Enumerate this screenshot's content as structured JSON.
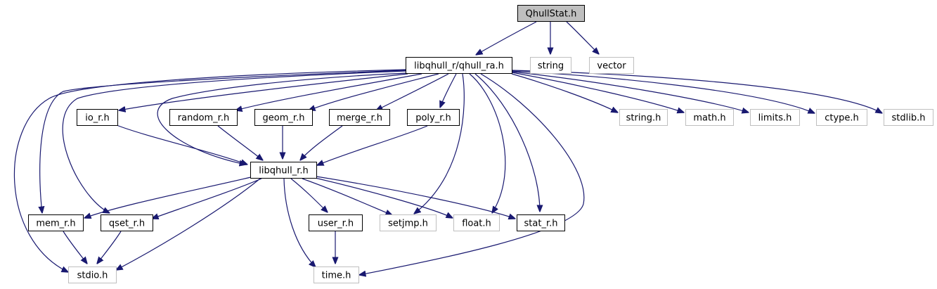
{
  "diagram": {
    "type": "include-dependency-graph",
    "colors": {
      "edge": "#191970",
      "root_fill": "#bfbfbf",
      "node_border": "#000000",
      "external_border": "#bfbfbf",
      "node_fill": "#ffffff"
    },
    "nodes": [
      {
        "id": "qhullstat",
        "label": "QhullStat.h",
        "kind": "root"
      },
      {
        "id": "qhull_ra",
        "label": "libqhull_r/qhull_ra.h",
        "kind": "local"
      },
      {
        "id": "string",
        "label": "string",
        "kind": "external"
      },
      {
        "id": "vector",
        "label": "vector",
        "kind": "external"
      },
      {
        "id": "io_r",
        "label": "io_r.h",
        "kind": "local"
      },
      {
        "id": "random_r",
        "label": "random_r.h",
        "kind": "local"
      },
      {
        "id": "geom_r",
        "label": "geom_r.h",
        "kind": "local"
      },
      {
        "id": "merge_r",
        "label": "merge_r.h",
        "kind": "local"
      },
      {
        "id": "poly_r",
        "label": "poly_r.h",
        "kind": "local"
      },
      {
        "id": "string_h",
        "label": "string.h",
        "kind": "external"
      },
      {
        "id": "math_h",
        "label": "math.h",
        "kind": "external"
      },
      {
        "id": "limits_h",
        "label": "limits.h",
        "kind": "external"
      },
      {
        "id": "ctype_h",
        "label": "ctype.h",
        "kind": "external"
      },
      {
        "id": "stdlib_h",
        "label": "stdlib.h",
        "kind": "external"
      },
      {
        "id": "libqhull_r",
        "label": "libqhull_r.h",
        "kind": "local"
      },
      {
        "id": "mem_r",
        "label": "mem_r.h",
        "kind": "local"
      },
      {
        "id": "qset_r",
        "label": "qset_r.h",
        "kind": "local"
      },
      {
        "id": "user_r",
        "label": "user_r.h",
        "kind": "local"
      },
      {
        "id": "setjmp_h",
        "label": "setjmp.h",
        "kind": "external"
      },
      {
        "id": "float_h",
        "label": "float.h",
        "kind": "external"
      },
      {
        "id": "stat_r",
        "label": "stat_r.h",
        "kind": "local"
      },
      {
        "id": "stdio_h",
        "label": "stdio.h",
        "kind": "external"
      },
      {
        "id": "time_h",
        "label": "time.h",
        "kind": "external"
      }
    ],
    "edges": [
      [
        "qhullstat",
        "qhull_ra"
      ],
      [
        "qhullstat",
        "string"
      ],
      [
        "qhullstat",
        "vector"
      ],
      [
        "qhull_ra",
        "io_r"
      ],
      [
        "qhull_ra",
        "random_r"
      ],
      [
        "qhull_ra",
        "geom_r"
      ],
      [
        "qhull_ra",
        "merge_r"
      ],
      [
        "qhull_ra",
        "poly_r"
      ],
      [
        "qhull_ra",
        "string_h"
      ],
      [
        "qhull_ra",
        "math_h"
      ],
      [
        "qhull_ra",
        "limits_h"
      ],
      [
        "qhull_ra",
        "ctype_h"
      ],
      [
        "qhull_ra",
        "stdlib_h"
      ],
      [
        "qhull_ra",
        "libqhull_r"
      ],
      [
        "qhull_ra",
        "mem_r"
      ],
      [
        "qhull_ra",
        "qset_r"
      ],
      [
        "qhull_ra",
        "stdio_h"
      ],
      [
        "qhull_ra",
        "setjmp_h"
      ],
      [
        "qhull_ra",
        "float_h"
      ],
      [
        "qhull_ra",
        "stat_r"
      ],
      [
        "qhull_ra",
        "time_h"
      ],
      [
        "io_r",
        "libqhull_r"
      ],
      [
        "random_r",
        "libqhull_r"
      ],
      [
        "geom_r",
        "libqhull_r"
      ],
      [
        "merge_r",
        "libqhull_r"
      ],
      [
        "poly_r",
        "libqhull_r"
      ],
      [
        "libqhull_r",
        "mem_r"
      ],
      [
        "libqhull_r",
        "qset_r"
      ],
      [
        "libqhull_r",
        "stdio_h"
      ],
      [
        "libqhull_r",
        "time_h"
      ],
      [
        "libqhull_r",
        "user_r"
      ],
      [
        "libqhull_r",
        "setjmp_h"
      ],
      [
        "libqhull_r",
        "float_h"
      ],
      [
        "libqhull_r",
        "stat_r"
      ],
      [
        "mem_r",
        "stdio_h"
      ],
      [
        "qset_r",
        "stdio_h"
      ],
      [
        "user_r",
        "time_h"
      ]
    ]
  }
}
